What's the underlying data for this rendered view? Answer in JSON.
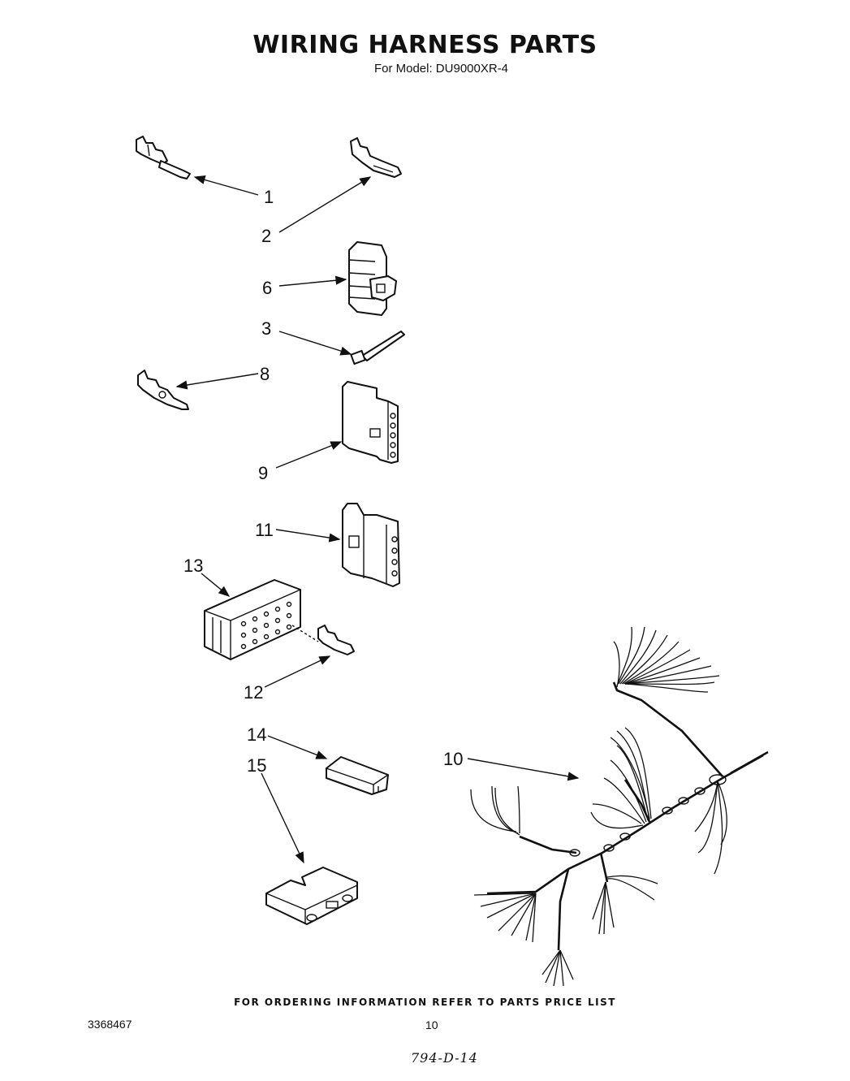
{
  "header": {
    "title": "WIRING HARNESS PARTS",
    "subtitle": "For Model: DU9000XR-4"
  },
  "callouts": {
    "c1": "1",
    "c2": "2",
    "c3": "3",
    "c6": "6",
    "c8": "8",
    "c9": "9",
    "c10": "10",
    "c11": "11",
    "c12": "12",
    "c13": "13",
    "c14": "14",
    "c15": "15"
  },
  "footer": {
    "note": "FOR ORDERING INFORMATION REFER TO PARTS PRICE LIST",
    "doc_number": "3368467",
    "page_number": "10",
    "handwritten": "794-D-14"
  }
}
